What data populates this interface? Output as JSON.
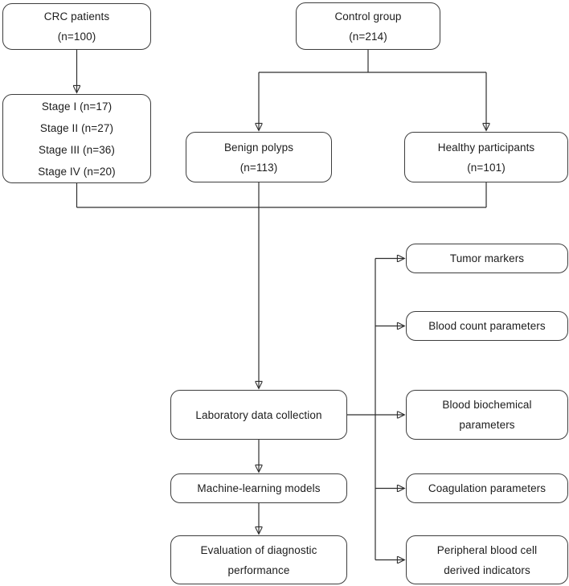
{
  "diagram": {
    "type": "study-flowchart",
    "colors": {
      "background": "#ffffff",
      "box_fill": "#ffffff",
      "box_border": "#3d3d3d",
      "connector_line": "#2e2e2e",
      "text": "#1c1c1c"
    },
    "boxes": {
      "crc_patients": {
        "line1": "CRC patients",
        "line2": "(n=100)"
      },
      "control_group": {
        "line1": "Control group",
        "line2": "(n=214)"
      },
      "stages": {
        "line1": "Stage I (n=17)",
        "line2": "Stage II (n=27)",
        "line3": "Stage III (n=36)",
        "line4": "Stage IV (n=20)"
      },
      "benign_polyps": {
        "line1": "Benign polyps",
        "line2": "(n=113)"
      },
      "healthy_participants": {
        "line1": "Healthy participants",
        "line2": "(n=101)"
      },
      "lab_data_collection": {
        "line1": "Laboratory data collection"
      },
      "ml_models": {
        "line1": "Machine-learning models"
      },
      "evaluation": {
        "line1": "Evaluation of diagnostic",
        "line2": "performance"
      },
      "tumor_markers": {
        "line1": "Tumor markers"
      },
      "blood_count": {
        "line1": "Blood count parameters"
      },
      "blood_biochemical": {
        "line1": "Blood biochemical",
        "line2": "parameters"
      },
      "coagulation": {
        "line1": "Coagulation parameters"
      },
      "peripheral_blood": {
        "line1": "Peripheral blood cell",
        "line2": "derived indicators"
      }
    }
  }
}
